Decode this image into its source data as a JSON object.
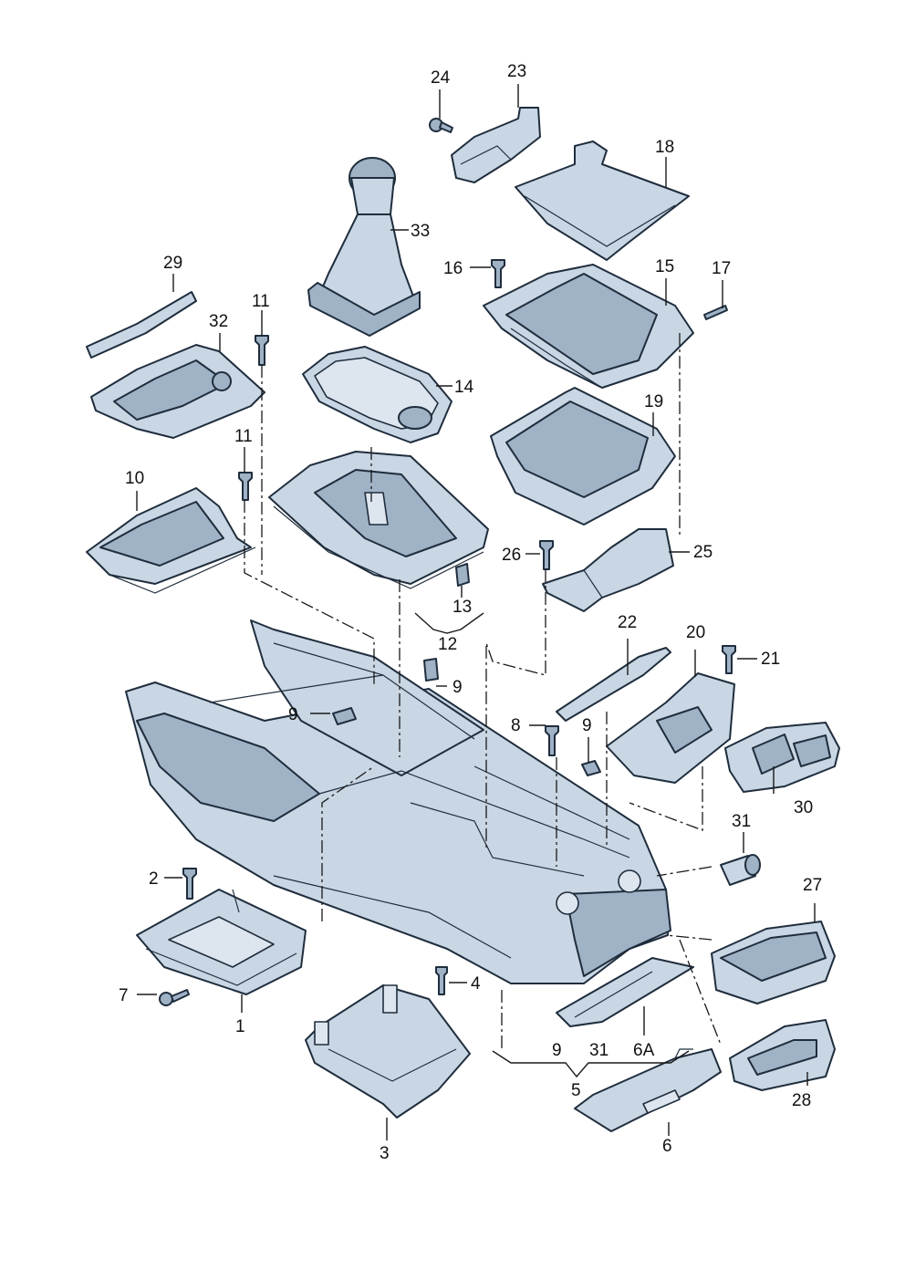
{
  "callouts": {
    "c1": "1",
    "c2": "2",
    "c3": "3",
    "c4": "4",
    "c5": "5",
    "c6": "6",
    "c6a": "6A",
    "c7": "7",
    "c8": "8",
    "c9a": "9",
    "c9b": "9",
    "c9c": "9",
    "c9d": "9",
    "c10": "10",
    "c11a": "11",
    "c11b": "11",
    "c12": "12",
    "c13": "13",
    "c14": "14",
    "c15": "15",
    "c16": "16",
    "c17": "17",
    "c18": "18",
    "c19": "19",
    "c20": "20",
    "c21": "21",
    "c22": "22",
    "c23": "23",
    "c24": "24",
    "c25": "25",
    "c26": "26",
    "c27": "27",
    "c28": "28",
    "c29": "29",
    "c30": "30",
    "c31a": "31",
    "c31b": "31",
    "c32": "32",
    "c33": "33"
  },
  "colors": {
    "part_fill": "#c9d6e3",
    "part_shadow": "#9fb2c6",
    "outline": "#1f2d3d"
  }
}
